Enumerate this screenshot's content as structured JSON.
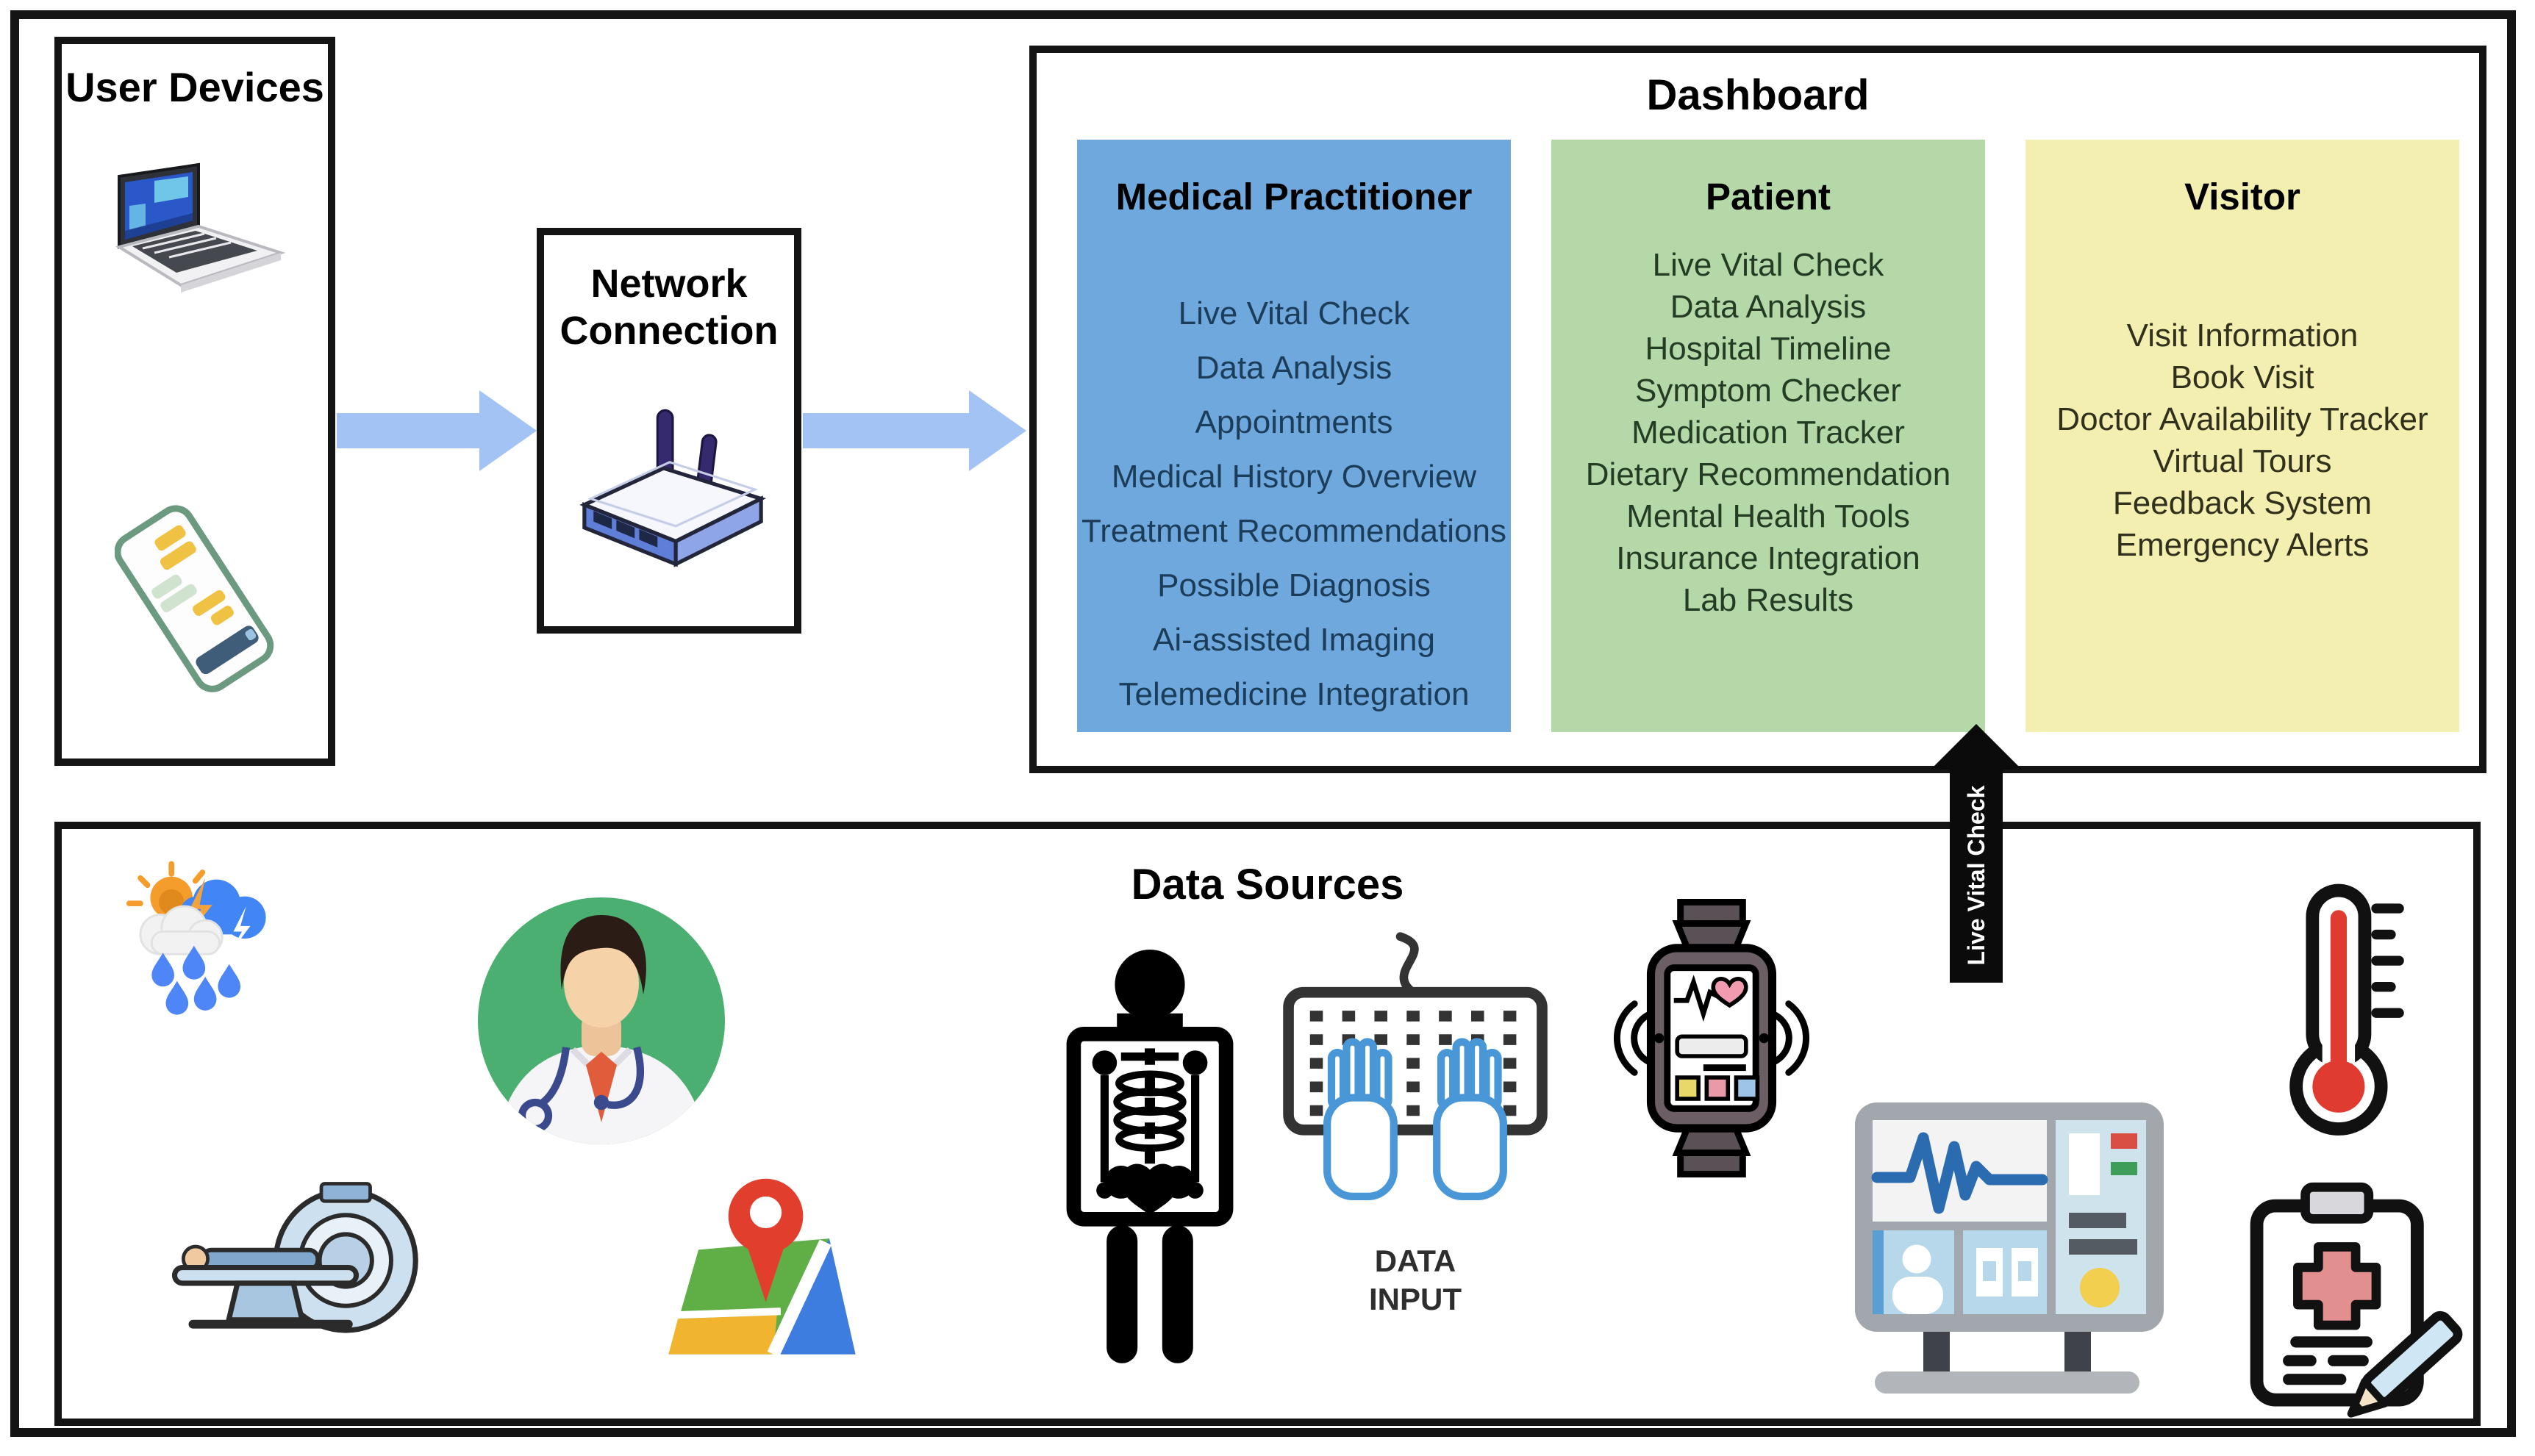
{
  "user_devices": {
    "title": "User Devices",
    "icons": [
      "laptop-icon",
      "smartphone-icon"
    ]
  },
  "network_connection": {
    "title": "Network Connection",
    "icon": "router-icon"
  },
  "dashboard": {
    "title": "Dashboard",
    "panels": [
      {
        "id": "medical-practitioner",
        "title": "Medical Practitioner",
        "color": "#6fa8dc",
        "items": [
          "Live Vital Check",
          "Data Analysis",
          "Appointments",
          "Medical History Overview",
          "Treatment Recommendations",
          "Possible Diagnosis",
          "Ai-assisted Imaging",
          "Telemedicine Integration"
        ]
      },
      {
        "id": "patient",
        "title": "Patient",
        "color": "#b5d8a8",
        "items": [
          "Live Vital Check",
          "Data Analysis",
          "Hospital Timeline",
          "Symptom Checker",
          "Medication Tracker",
          "Dietary Recommendation",
          "Mental Health Tools",
          "Insurance Integration",
          "Lab Results"
        ]
      },
      {
        "id": "visitor",
        "title": "Visitor",
        "color": "#f3efb1",
        "items": [
          "Visit Information",
          "Book Visit",
          "Doctor Availability Tracker",
          "Virtual Tours",
          "Feedback System",
          "Emergency Alerts"
        ]
      }
    ]
  },
  "data_sources": {
    "title": "Data Sources",
    "keyboard_label": "DATA INPUT",
    "icons": [
      "weather-icon",
      "doctor-avatar-icon",
      "ct-scanner-icon",
      "map-location-icon",
      "xray-body-icon",
      "keyboard-data-input-icon",
      "smartwatch-icon",
      "patient-monitor-icon",
      "thermometer-icon",
      "medical-clipboard-icon"
    ]
  },
  "flow": {
    "live_vital_check_label": "Live Vital Check"
  },
  "colors": {
    "arrow_blue": "#a4c3f5",
    "arrow_black": "#0b0b0b",
    "panel_blue": "#6fa8dc",
    "panel_green": "#b5d8a8",
    "panel_yellow": "#f3efb1",
    "box_border": "#141414"
  }
}
